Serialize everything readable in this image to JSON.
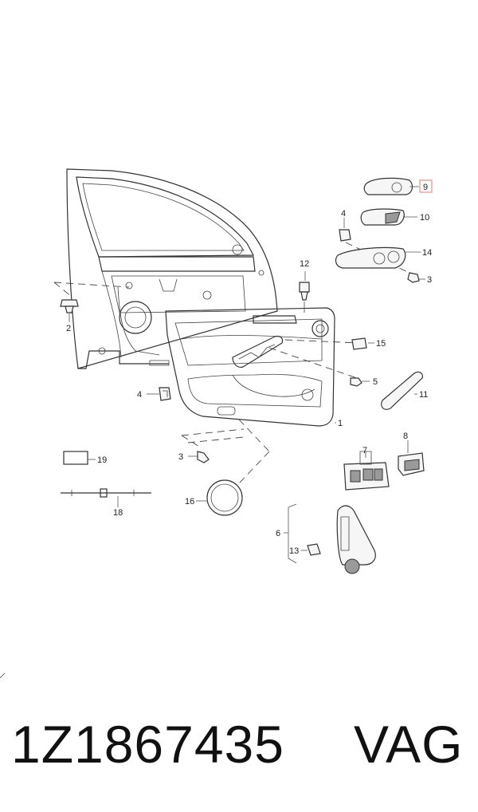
{
  "callouts": {
    "c1": "1",
    "c2": "2",
    "c3a": "3",
    "c3b": "3",
    "c4a": "4",
    "c4b": "4",
    "c5": "5",
    "c6": "6",
    "c7": "7",
    "c8": "8",
    "c9": "9",
    "c10": "10",
    "c11": "11",
    "c12": "12",
    "c13": "13",
    "c14": "14",
    "c15": "15",
    "c16": "16",
    "c18": "18",
    "c19": "19"
  },
  "highlight_color": "#e8a0a0",
  "footer": {
    "part_number": "1Z1867435",
    "brand": "VAG"
  }
}
